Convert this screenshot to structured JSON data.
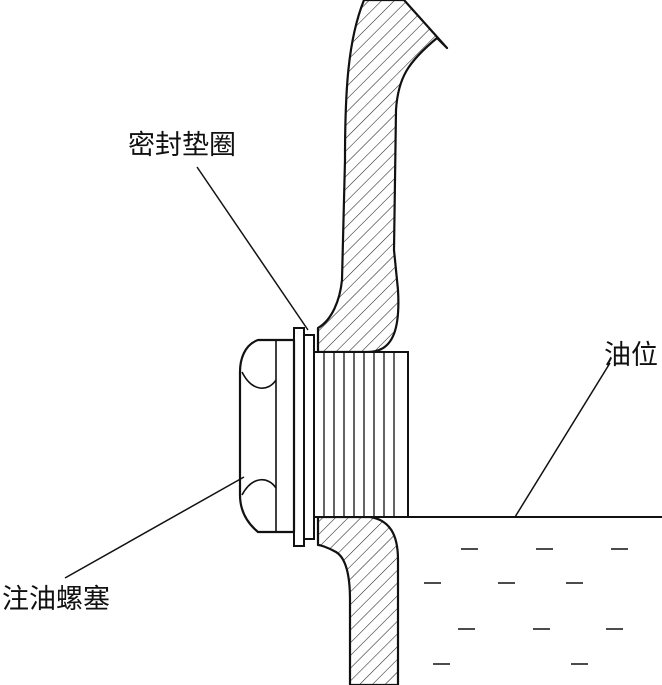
{
  "labels": {
    "gasket": "密封垫圈",
    "oil_level": "油位",
    "fill_plug": "注油螺塞"
  }
}
